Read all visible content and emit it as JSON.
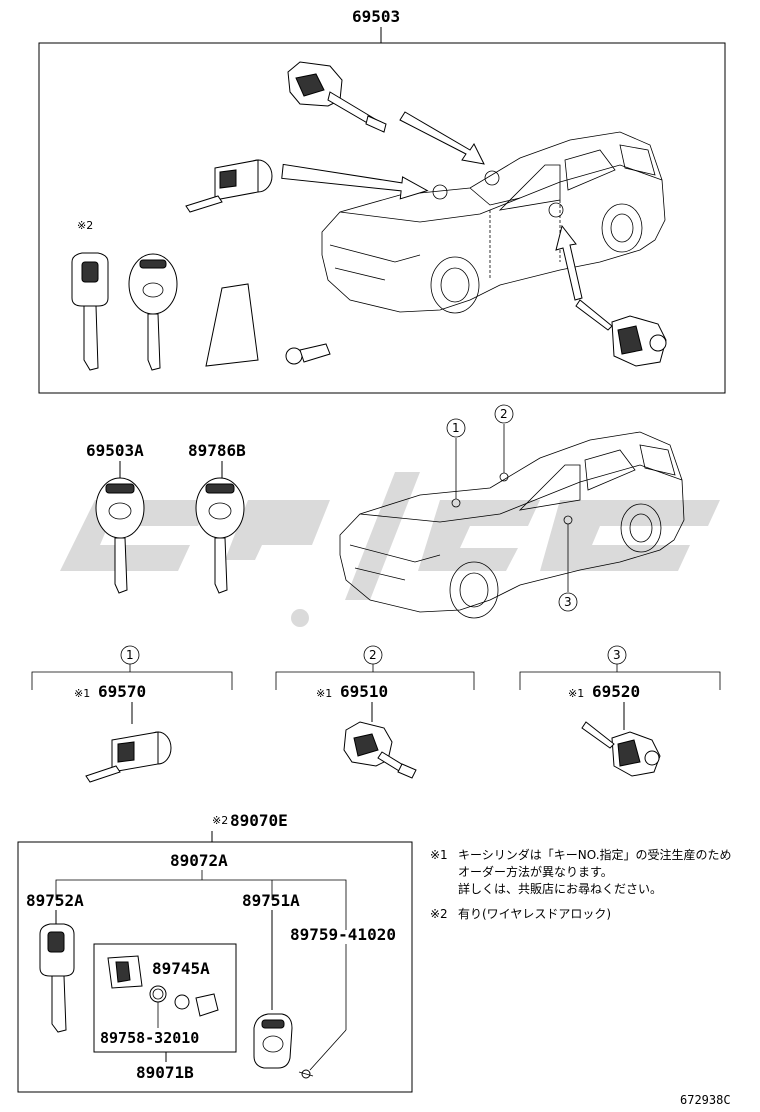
{
  "top_group": {
    "part_no": "69503"
  },
  "keys_pair": {
    "left_no": "69503A",
    "right_no": "89786B"
  },
  "circled_refs": [
    "1",
    "2",
    "3"
  ],
  "cylinder_parts": [
    {
      "ref": "1",
      "mark": "※1",
      "part_no": "69570"
    },
    {
      "ref": "2",
      "mark": "※1",
      "part_no": "69510"
    },
    {
      "ref": "3",
      "mark": "※1",
      "part_no": "69520"
    }
  ],
  "top_key_mark": "※2",
  "transmitter": {
    "mark": "※2",
    "assy_no": "89070E",
    "sub_assy_no": "89072A",
    "key_no": "89752A",
    "case_no": "89751A",
    "screw_no": "89759-41020",
    "board_no": "89745A",
    "battery_no": "89758-32010",
    "kit_no": "89071B"
  },
  "notes": [
    {
      "mark": "※1",
      "lines": [
        "キーシリンダは「キーNO.指定」の受注生産のため",
        "オーダー方法が異なります。",
        "詳しくは、共販店にお尋ねください。"
      ]
    },
    {
      "mark": "※2",
      "lines": [
        "有り(ワイヤレスドアロック)"
      ]
    }
  ],
  "figure_ref": "672938C",
  "watermark_color": "#d8d8d8"
}
